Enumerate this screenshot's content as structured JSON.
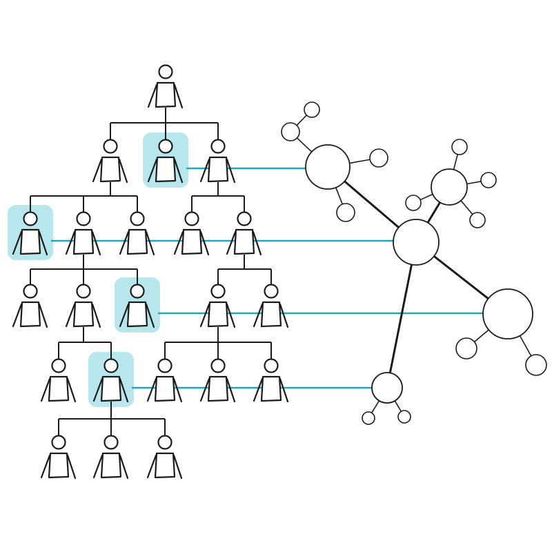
{
  "colors": {
    "line": "#1a1a1a",
    "accent": "#1aa9bf",
    "highlight": "#b7e7ec",
    "fill": "#ffffff"
  },
  "org_chart": {
    "people": [
      {
        "id": "p0",
        "highlighted": false
      },
      {
        "id": "p1a",
        "highlighted": false
      },
      {
        "id": "p1b",
        "highlighted": true
      },
      {
        "id": "p1c",
        "highlighted": false
      },
      {
        "id": "p2a",
        "highlighted": true
      },
      {
        "id": "p2b",
        "highlighted": false
      },
      {
        "id": "p2c",
        "highlighted": false
      },
      {
        "id": "p2d",
        "highlighted": false
      },
      {
        "id": "p2e",
        "highlighted": false
      },
      {
        "id": "p3a",
        "highlighted": false
      },
      {
        "id": "p3b",
        "highlighted": false
      },
      {
        "id": "p3c",
        "highlighted": true
      },
      {
        "id": "p3d",
        "highlighted": false
      },
      {
        "id": "p3e",
        "highlighted": false
      },
      {
        "id": "p4a",
        "highlighted": false
      },
      {
        "id": "p4b",
        "highlighted": true
      },
      {
        "id": "p4c",
        "highlighted": false
      },
      {
        "id": "p4d",
        "highlighted": false
      },
      {
        "id": "p4e",
        "highlighted": false
      },
      {
        "id": "p5a",
        "highlighted": false
      },
      {
        "id": "p5b",
        "highlighted": false
      },
      {
        "id": "p5c",
        "highlighted": false
      }
    ],
    "reports_to": [
      [
        "p1a",
        "p0"
      ],
      [
        "p1b",
        "p0"
      ],
      [
        "p1c",
        "p0"
      ],
      [
        "p2a",
        "p1a"
      ],
      [
        "p2b",
        "p1a"
      ],
      [
        "p2c",
        "p1a"
      ],
      [
        "p2d",
        "p1c"
      ],
      [
        "p2e",
        "p1c"
      ],
      [
        "p3a",
        "p2b"
      ],
      [
        "p3b",
        "p2b"
      ],
      [
        "p3c",
        "p2b"
      ],
      [
        "p3d",
        "p2e"
      ],
      [
        "p3e",
        "p2e"
      ],
      [
        "p4a",
        "p3b"
      ],
      [
        "p4b",
        "p3b"
      ],
      [
        "p4c",
        "p3d"
      ],
      [
        "p4d",
        "p3d"
      ],
      [
        "p4e",
        "p3d"
      ],
      [
        "p5a",
        "p4b"
      ],
      [
        "p5b",
        "p4b"
      ],
      [
        "p5c",
        "p4b"
      ]
    ]
  },
  "network": {
    "hubs": [
      "hub-a",
      "hub-b",
      "hub-c",
      "hub-d",
      "hub-e"
    ],
    "links": [
      [
        "hub-c",
        "hub-a"
      ],
      [
        "hub-c",
        "hub-b"
      ],
      [
        "hub-c",
        "hub-d"
      ],
      [
        "hub-c",
        "hub-e"
      ]
    ],
    "cross_links": [
      [
        "p1b",
        "hub-a"
      ],
      [
        "p2a",
        "hub-c"
      ],
      [
        "p3c",
        "hub-d"
      ],
      [
        "p4b",
        "hub-e"
      ]
    ]
  }
}
